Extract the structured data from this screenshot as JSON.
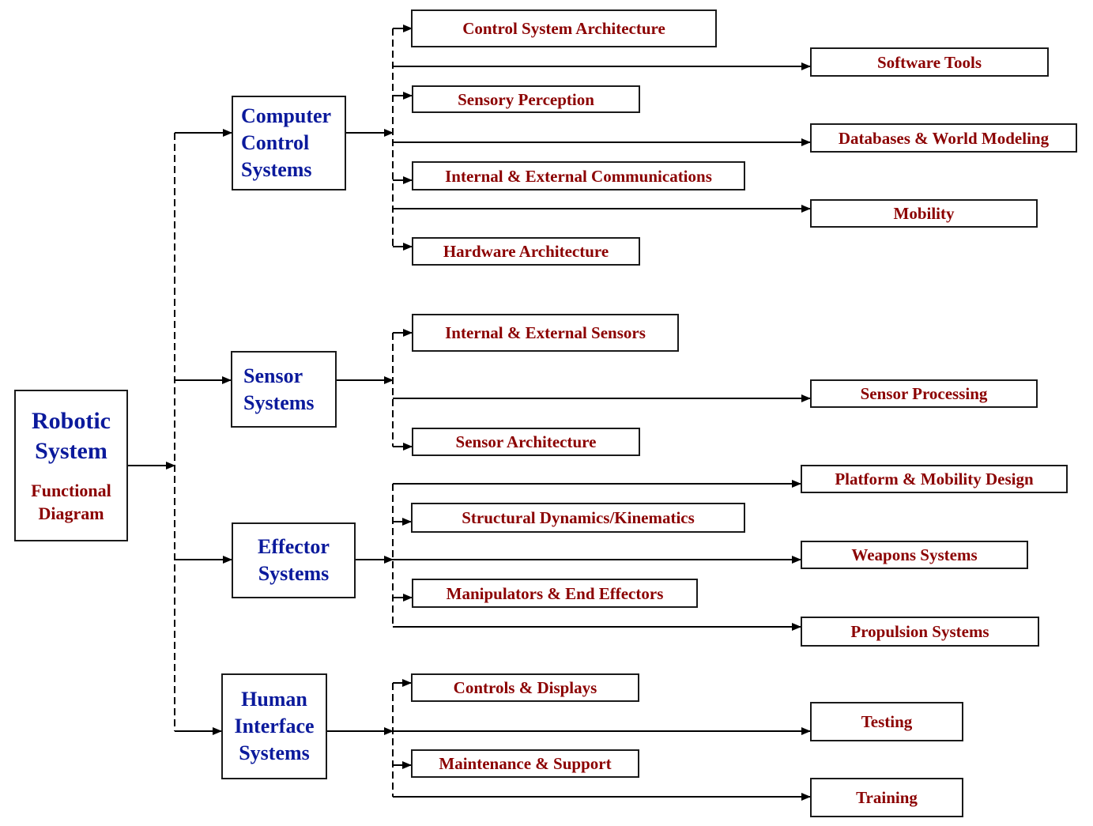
{
  "root": {
    "title_lines": [
      "Robotic",
      "System"
    ],
    "subtitle_lines": [
      "Functional",
      "Diagram"
    ]
  },
  "categories": [
    {
      "label_lines": [
        "Computer",
        "Control",
        "Systems"
      ],
      "items": [
        "Control System Architecture",
        "Software Tools",
        "Sensory Perception",
        "Databases & World Modeling",
        "Internal & External Communications",
        "Mobility",
        "Hardware Architecture"
      ]
    },
    {
      "label_lines": [
        "Sensor",
        "Systems"
      ],
      "items": [
        "Internal & External Sensors",
        "Sensor Processing",
        "Sensor Architecture"
      ]
    },
    {
      "label_lines": [
        "Effector",
        "Systems"
      ],
      "items": [
        "Platform & Mobility Design",
        "Structural Dynamics/Kinematics",
        "Weapons Systems",
        "Manipulators & End Effectors",
        "Propulsion Systems"
      ]
    },
    {
      "label_lines": [
        "Human",
        "Interface",
        "Systems"
      ],
      "items": [
        "Controls & Displays",
        "Testing",
        "Maintenance & Support",
        "Training"
      ]
    }
  ]
}
